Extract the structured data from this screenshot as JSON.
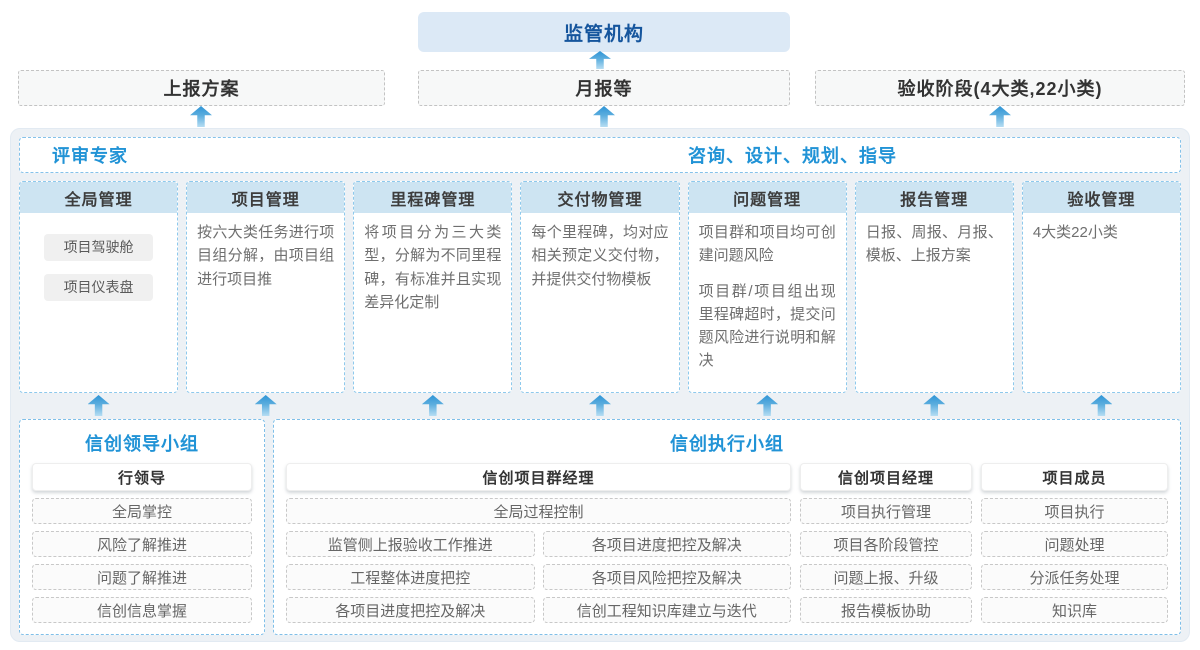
{
  "colors": {
    "accent_blue": "#2193d6",
    "regulator_text_blue": "#15559d",
    "regulator_bg": "#dce9f6",
    "container_bg": "#edf1f5",
    "column_header_bg": "#cde4f2",
    "dashed_border_blue": "#85c2ea",
    "arrow_gradient_top": "#2e94d6",
    "arrow_gradient_bottom": "#b6ddf3"
  },
  "regulator": {
    "label": "监管机构"
  },
  "reports": {
    "plan": "上报方案",
    "monthly": "月报等",
    "acceptance": "验收阶段(4大类,22小类)"
  },
  "platform": {
    "experts_label": "评审专家",
    "consult_label": "咨询、设计、规划、指导",
    "columns": [
      {
        "title": "全局管理",
        "pills": [
          "项目驾驶舱",
          "项目仪表盘"
        ]
      },
      {
        "title": "项目管理",
        "paragraphs": [
          "按六大类任务进行项目组分解，由项目组进行项目推"
        ]
      },
      {
        "title": "里程碑管理",
        "paragraphs": [
          "将项目分为三大类型，分解为不同里程碑，有标准并且实现差异化定制"
        ]
      },
      {
        "title": "交付物管理",
        "paragraphs": [
          "每个里程碑，均对应相关预定义交付物，并提供交付物模板"
        ]
      },
      {
        "title": "问题管理",
        "paragraphs": [
          "项目群和项目均可创建问题风险",
          "项目群/项目组出现里程碑超时，提交问题风险进行说明和解决"
        ]
      },
      {
        "title": "报告管理",
        "paragraphs": [
          "日报、周报、月报、模板、上报方案"
        ]
      },
      {
        "title": "验收管理",
        "paragraphs": [
          "4大类22小类"
        ]
      }
    ]
  },
  "leader_group": {
    "title": "信创领导小组",
    "role": "行领导",
    "items": [
      "全局掌控",
      "风险了解推进",
      "问题了解推进",
      "信创信息掌握"
    ]
  },
  "executor_group": {
    "title": "信创执行小组",
    "program_manager": {
      "role": "信创项目群经理",
      "top_item": "全局过程控制",
      "left_items": [
        "监管侧上报验收工作推进",
        "工程整体进度把控",
        "各项目进度把控及解决"
      ],
      "right_items": [
        "各项目进度把控及解决",
        "各项目风险把控及解决",
        "信创工程知识库建立与迭代"
      ]
    },
    "project_manager": {
      "role": "信创项目经理",
      "items": [
        "项目执行管理",
        "项目各阶段管控",
        "问题上报、升级",
        "报告模板协助"
      ]
    },
    "member": {
      "role": "项目成员",
      "items": [
        "项目执行",
        "问题处理",
        "分派任务处理",
        "知识库"
      ]
    }
  }
}
